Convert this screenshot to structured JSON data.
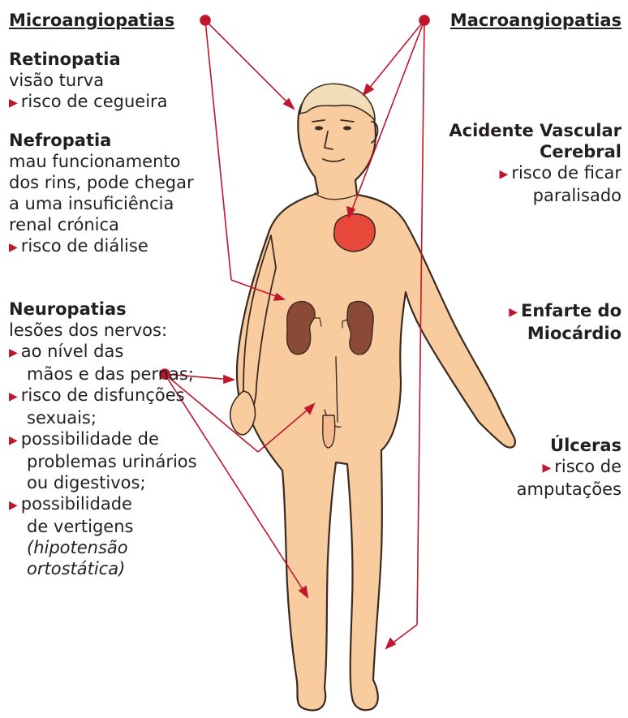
{
  "colors": {
    "skin": "#f9ccA0",
    "skin_outline": "#3a2a20",
    "heart": "#e8483a",
    "kidney": "#8a4a35",
    "pointer": "#c0162b"
  },
  "micro": {
    "header": "Microangiopatias",
    "retinopatia": {
      "title": "Retinopatia",
      "line1": "visão turva",
      "line2": "risco de cegueira"
    },
    "nefropatia": {
      "title": "Nefropatia",
      "line1": "mau funcionamento",
      "line2": "dos rins, pode chegar",
      "line3": "a uma insuficiência",
      "line4": "renal crónica",
      "line5": "risco de diálise"
    },
    "neuropatias": {
      "title": "Neuropatias",
      "intro": "lesões dos nervos:",
      "b1a": "ao nível das",
      "b1b": "mãos e das pernas;",
      "b2a": "risco de disfunções",
      "b2b": "sexuais;",
      "b3a": "possibilidade de",
      "b3b": "problemas urinários",
      "b3c": "ou digestivos;",
      "b4a": "possibilidade",
      "b4b": "de vertigens",
      "b4c": "(hipotensão",
      "b4d": "ortostática)"
    }
  },
  "macro": {
    "header": "Macroangiopatias",
    "avc": {
      "title1": "Acidente Vascular",
      "title2": "Cerebral",
      "line1": "risco de ficar",
      "line2": "paralisado"
    },
    "enfarte": {
      "title1": "Enfarte do",
      "title2": "Miocárdio"
    },
    "ulceras": {
      "title": "Úlceras",
      "line1": "risco de",
      "line2": "amputações"
    }
  }
}
